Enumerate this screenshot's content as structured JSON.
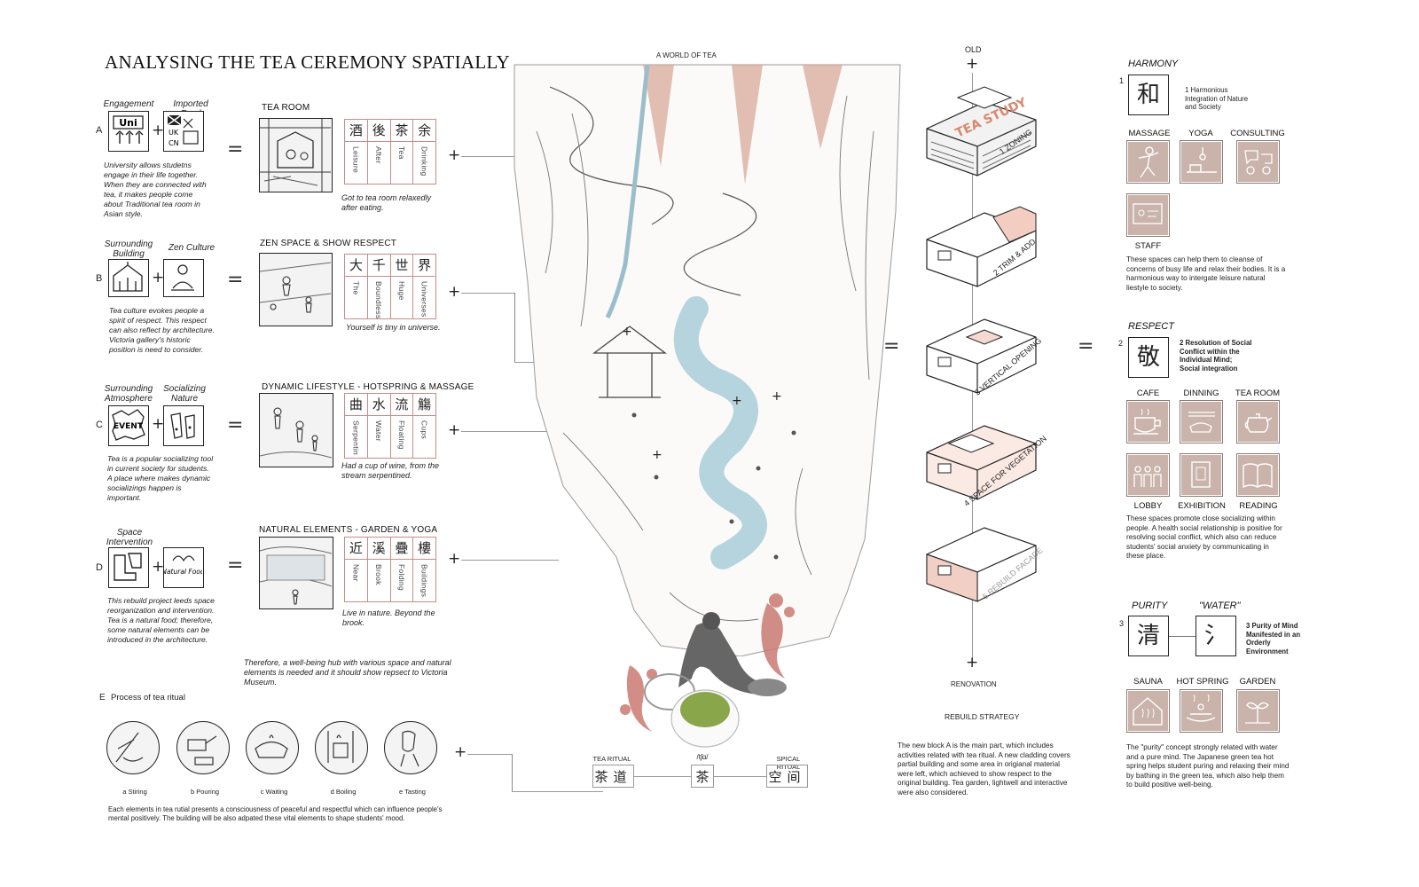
{
  "title": "ANALYSING THE TEA CEREMONY SPATIALLY",
  "center_title": "A WORLD OF TEA",
  "rows": [
    {
      "key": "A",
      "label1": "Engagement",
      "label2": "Imported Food",
      "icon1_text": "Uni",
      "icon2_text1": "UK",
      "icon2_text2": "CN",
      "desc": "University allows studetns engage in their life together. When they are connected with tea, it makes people come about Traditional tea room in Asian style.",
      "section": "TEA ROOM",
      "chars": [
        "酒",
        "後",
        "茶",
        "余"
      ],
      "words": [
        "Leisure",
        "After",
        "Tea",
        "Drinking"
      ],
      "caption": "Got to tea room relaxedly after eating."
    },
    {
      "key": "B",
      "label1": "Surrounding Building",
      "label2": "Zen Culture",
      "desc": "Tea culture evokes people a spirit of respect. This respect can also reflect by architecture. Victoria gallery's historic position is need to consider.",
      "section": "ZEN SPACE & SHOW RESPECT",
      "chars": [
        "大",
        "千",
        "世",
        "界"
      ],
      "words": [
        "The",
        "Boundless",
        "Huge",
        "Universes"
      ],
      "caption": "Yourself is tiny in universe."
    },
    {
      "key": "C",
      "label1": "Surrounding Atmosphere",
      "label2": "Socializing Nature",
      "icon1_text": "EVENT",
      "desc": "Tea is a popular socializing tool in current society for students. A place where makes dynamic socializings happen is important.",
      "section": "DYNAMIC LIFESTYLE - HOTSPRING & MASSAGE",
      "chars": [
        "曲",
        "水",
        "流",
        "觴"
      ],
      "words": [
        "Serpentin",
        "Water",
        "Floating",
        "Cups"
      ],
      "caption": "Had a cup of wine, from the stream serpentined."
    },
    {
      "key": "D",
      "label1": "Space Intervention",
      "label2": "",
      "icon2_text": "Natural Food",
      "desc": "This rebuild project leeds space reorganization and intervention. Tea is a natural food; therefore, some natural elements can be introduced in the architecture.",
      "section": "NATURAL ELEMENTS - GARDEN & YOGA",
      "chars": [
        "近",
        "溪",
        "疊",
        "樓"
      ],
      "words": [
        "Near",
        "Brook",
        "Folding",
        "Buildings"
      ],
      "caption": "Live in nature. Beyond the brook."
    }
  ],
  "conclusion": "Therefore, a well-being hub with various space and natural elements is needed and it should show repsect to Victoria Museum.",
  "process": {
    "key": "E",
    "title": "Process of tea ritual",
    "steps": [
      "a Stiring",
      "b Pouring",
      "c Waiting",
      "d Boiling",
      "e Tasting"
    ],
    "desc": "Each elements in tea rutial presents a consciousness of peaceful and respectful which can influence people's mental positively. The building will be also adpated these vital elements to shape students' mood."
  },
  "bottom_center": {
    "left_label": "TEA RITUAL",
    "left_chars": "茶道",
    "mid_label": "/tʃɑ/",
    "mid_chars": "茶",
    "right_label": "SPICAL RITUAL",
    "right_chars": "空间"
  },
  "strategy": {
    "old_label": "OLD",
    "renovation_label": "RENOVATION",
    "heading": "REBUILD STRATEGY",
    "building_sign": "TEA STUDY",
    "steps": [
      "1 ZONING",
      "2 TRIM & ADD",
      "3 VERTICAL OPENING",
      "4 SPACE FOR VEGETATION",
      "5 REBUILD FACADE"
    ],
    "desc": "The new block A is the main part, which includes activities related with tea ritual. A new cladding covers partial building and some area in origianal material were left, which achieved to show respect to the original building. Tea garden, lightwell and interactive were also considered."
  },
  "principles": [
    {
      "num": "1",
      "heading": "HARMONY",
      "char": "和",
      "text": "1 Harmonious Integration of Nature and Society",
      "items": [
        "MASSAGE",
        "YOGA",
        "CONSULTING",
        "STAFF"
      ],
      "desc": "These spaces can help them to cleanse of concerns of busy life and relax their bodies. It is a harmonious way to intergate leisure natural liestyle to society."
    },
    {
      "num": "2",
      "heading": "RESPECT",
      "char": "敬",
      "text": "2 Resolution of Social Conflict within the Individual Mind; Social integration",
      "items": [
        "CAFE",
        "DINNING",
        "TEA ROOM",
        "LOBBY",
        "EXHIBITION",
        "READING"
      ],
      "desc": "These spaces promote close socializing within people. A health social relationship is positive for resolving social conflict, which also can reduce students' social anxiety by communicating in these place."
    },
    {
      "num": "3",
      "heading": "PURITY",
      "heading2": "\"WATER\"",
      "char": "清",
      "char2": "氵",
      "text": "3 Purity of Mind Manifested in an Orderly Environment",
      "items": [
        "SAUNA",
        "HOT SPRING",
        "GARDEN"
      ],
      "desc": "The \"purity\" concept strongly related with water and a pure mind. The Japanese green tea hot spring helps student puring and relaxing their mind by bathing in the green tea, which also help them to build positive well-being."
    }
  ],
  "colors": {
    "accent_red": "#b9584a",
    "water_blue": "#a9cdd8",
    "tile": "#c9b3ab"
  }
}
